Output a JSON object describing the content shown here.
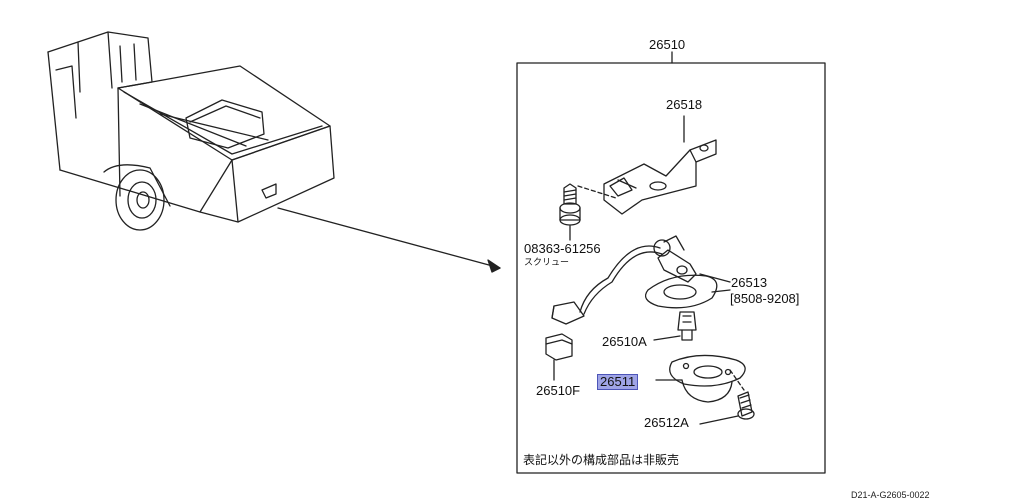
{
  "diagram": {
    "assembly_label": "26510",
    "parts": {
      "bracket": "26518",
      "screw_number": "08363-61256",
      "screw_kana": "スクリュー",
      "gasket": "26513",
      "gasket_range": "[8508-9208]",
      "bulb": "26510A",
      "connector": "26510F",
      "lamp_housing": "26511",
      "bolt": "26512A"
    },
    "note": "表記以外の構成部品は非販売",
    "reference_code": "D21-A-G2605-0022"
  },
  "colors": {
    "highlight": "#9fa4e6",
    "highlight_border": "#4d55b8",
    "line": "#222222"
  }
}
